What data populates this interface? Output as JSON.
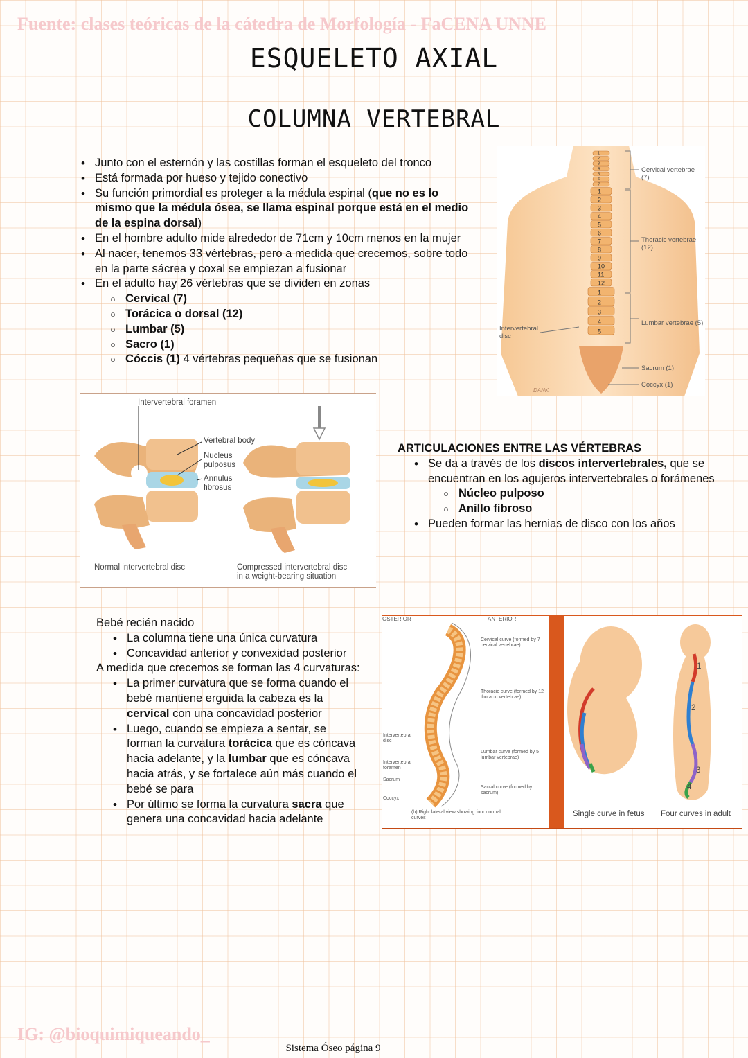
{
  "watermark_top": "Fuente: clases teóricas de la cátedra de Morfología - FaCENA UNNE",
  "watermark_bottom": "IG: @bioquimiqueando_",
  "title": "ESQUELETO AXIAL",
  "subtitle": "COLUMNA VERTEBRAL",
  "intro": {
    "b1": "Junto con el esternón y las costillas forman el esqueleto del tronco",
    "b2": "Está formada por hueso y tejido conectivo",
    "b3_pre": "Su función primordial es proteger a la médula espinal (",
    "b3_bold": "que no es lo mismo que la médula ósea, se llama espinal porque está en el medio de la espina dorsal",
    "b3_post": ")",
    "b4": "En el hombre adulto mide alrededor de 71cm y 10cm menos en la mujer",
    "b5": "Al nacer, tenemos 33 vértebras, pero a medida que crecemos, sobre todo en la parte sácrea y coxal se empiezan a fusionar",
    "b6": "En el adulto hay 26 vértebras que se dividen en zonas",
    "zones": [
      "Cervical (7)",
      "Torácica o dorsal (12)",
      "Lumbar (5)",
      "Sacro (1)"
    ],
    "coccix_bold": "Cóccis (1)",
    "coccix_rest": " 4 vértebras pequeñas que se fusionan"
  },
  "spine_figure": {
    "cervical": "Cervical vertebrae (7)",
    "thoracic": "Thoracic vertebrae (12)",
    "lumbar": "Lumbar vertebrae (5)",
    "sacrum": "Sacrum (1)",
    "coccyx": "Coccyx (1)",
    "disc": "Intervertebral disc",
    "signature": "DANK",
    "cervical_nums": [
      "1",
      "2",
      "3",
      "4",
      "5",
      "6",
      "7"
    ],
    "thoracic_nums": [
      "1",
      "2",
      "3",
      "4",
      "5",
      "6",
      "7",
      "8",
      "9",
      "10",
      "11",
      "12"
    ],
    "lumbar_nums": [
      "1",
      "2",
      "3",
      "4",
      "5"
    ]
  },
  "disc_figure": {
    "foramen": "Intervertebral foramen",
    "body": "Vertebral body",
    "nucleus": "Nucleus pulposus",
    "annulus": "Annulus fibrosus",
    "normal": "Normal intervertebral disc",
    "compressed": "Compressed intervertebral disc in a weight-bearing situation"
  },
  "articulaciones": {
    "heading": "ARTICULACIONES ENTRE LAS VÉRTEBRAS",
    "b1_pre": "Se da a través de los ",
    "b1_bold": "discos intervertebrales,",
    "b1_post": " que se encuentran en los agujeros intervertebrales o forámenes",
    "sub": [
      "Núcleo pulposo",
      "Anillo fibroso"
    ],
    "b2": "Pueden formar las hernias de disco con los años"
  },
  "curvas": {
    "bebe": "Bebé recién nacido",
    "bebe_b1": "La columna tiene una única curvatura",
    "bebe_b2": "Concavidad anterior y convexidad posterior",
    "crecemos": "A medida que crecemos se forman las 4 curvaturas:",
    "c1_pre": "La primer curvatura que se forma cuando el bebé mantiene erguida la cabeza es la ",
    "c1_bold": "cervical",
    "c1_post": " con una concavidad posterior",
    "c2_pre": "Luego, cuando se empieza a sentar, se forman la curvatura ",
    "c2_bold1": "torácica",
    "c2_mid": " que es cóncava hacia adelante, y la ",
    "c2_bold2": "lumbar",
    "c2_post": " que es cóncava hacia atrás, y se fortalece aún más cuando el bebé se para",
    "c3_pre": "Por último se forma la curvatura ",
    "c3_bold": "sacra",
    "c3_post": " que genera una concavidad hacia adelante"
  },
  "curve_figure": {
    "posterior": "OSTERIOR",
    "anterior": "ANTERIOR",
    "cervical_curve": "Cervical curve (formed by 7 cervical vertebrae)",
    "thoracic_curve": "Thoracic curve (formed by 12 thoracic vertebrae)",
    "lumbar_curve": "Lumbar curve (formed by 5 lumbar vertebrae)",
    "sacral_curve": "Sacral curve (formed by sacrum)",
    "disc": "Intervertebral disc",
    "foramen": "Intervertebral foramen",
    "sacrum": "Sacrum",
    "coccyx": "Coccyx",
    "caption": "(b) Right lateral view showing four normal curves",
    "fetus": "Single curve in fetus",
    "adult": "Four curves in adult",
    "n1": "1",
    "n2": "2",
    "n3": "3",
    "n4": "4"
  },
  "footer": "Sistema Óseo página 9"
}
